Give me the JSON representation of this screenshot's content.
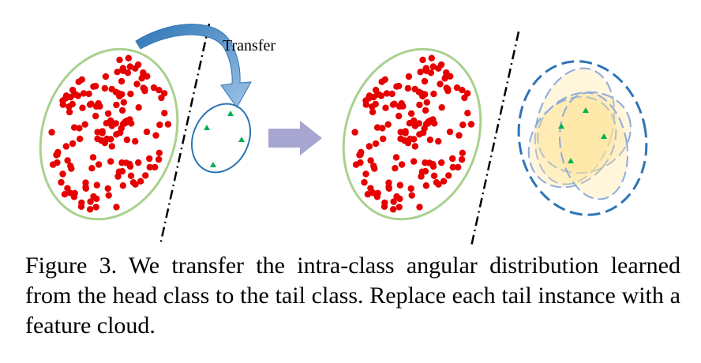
{
  "figure": {
    "transfer_label": "Transfer",
    "colors": {
      "head_points": "#e60000",
      "head_ellipse": "#a9d18e",
      "tail_points": "#00b050",
      "tail_ellipse": "#2e75b6",
      "arrow_gradient_start": "#2e75b6",
      "arrow_gradient_end": "#9dc3e6",
      "right_arrow": "#a6a6d0",
      "cloud_fill": "#ffe699",
      "cloud_stroke": "#8faadc",
      "outer_cloud_stroke": "#2e75b6",
      "divider": "#000000"
    },
    "icons": [
      "curved-transfer-arrow",
      "right-arrow"
    ]
  },
  "caption": {
    "text": "Figure 3. We transfer the intra-class angular distribution learned from the head class to the tail class.  Replace each tail instance with a feature cloud."
  }
}
